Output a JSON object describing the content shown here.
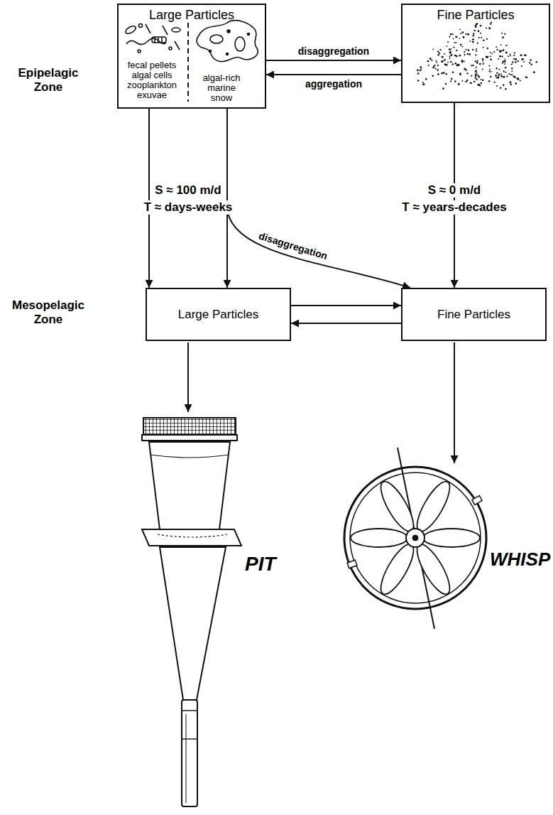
{
  "diagram": {
    "nodes": [
      {
        "text": [
          "Large Particles",
          "fecal pellets algal cells zooplankton exuvae",
          "algal-rich marine snow"
        ]
      },
      {
        "text": [
          "Fine Particles"
        ]
      },
      {
        "text": [
          "Large Particles"
        ]
      },
      {
        "text": [
          "Fine Particles"
        ]
      }
    ],
    "edges": [
      {
        "from": 0,
        "to": 1,
        "arrow": "to",
        "label": "disaggregation"
      },
      {
        "from": 1,
        "to": 0,
        "arrow": "to",
        "label": "aggregation"
      },
      {
        "from": 0,
        "to": 2,
        "arrow": "to"
      },
      {
        "from": 0,
        "to": 2,
        "arrow": "to"
      },
      {
        "from": 0,
        "to": 3,
        "arrow": "to",
        "label": "disaggregation"
      },
      {
        "from": 1,
        "to": 3,
        "arrow": "to"
      },
      {
        "from": 2,
        "to": 3,
        "arrow": "to"
      },
      {
        "from": 3,
        "to": 2,
        "arrow": "to"
      }
    ],
    "labels": [
      "Epipelagic Zone",
      "S ≈ 100 m/d",
      "T ≈ days-weeks",
      "S ≈ 0 m/d",
      "T ≈ years-decades",
      "Mesopelagic Zone",
      "PIT",
      "WHISP"
    ]
  }
}
